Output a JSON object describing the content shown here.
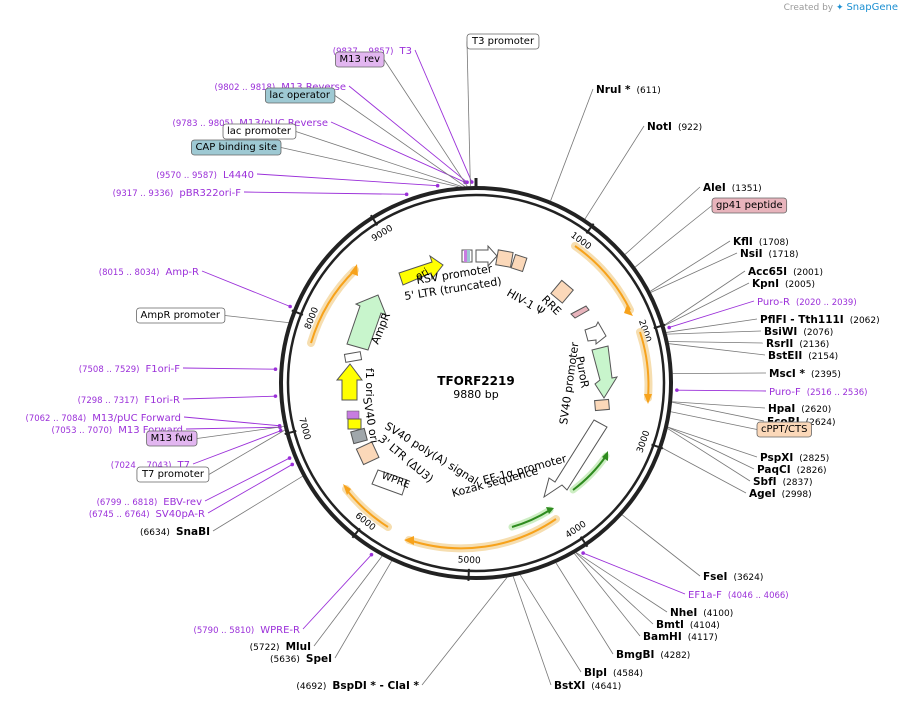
{
  "credit": {
    "prefix": "Created by",
    "brand": "SnapGene"
  },
  "plasmid": {
    "name": "TFORF2219",
    "size_label": "9880 bp",
    "length": 9880
  },
  "colors": {
    "backbone": "#222222",
    "site_line": "#777777",
    "purple_line": "#9b30d9",
    "primer_text": "#9b30d9",
    "enzyme_text": "#000000",
    "orange_arrow": "#f7a21b",
    "orange_glow": "#f6deb0",
    "green_arrow": "#2e8b1f",
    "green_glow": "#cdeec3",
    "white_box": "#ffffff",
    "lavender_box": "#e2b6f0",
    "teal_box": "#9ec9d3",
    "pink_box": "#e8b4bc",
    "peach_box": "#fbd8b9"
  },
  "ticks": [
    {
      "pos": 1000,
      "label": "1000"
    },
    {
      "pos": 2000,
      "label": "2000"
    },
    {
      "pos": 3000,
      "label": "3000"
    },
    {
      "pos": 4000,
      "label": "4000"
    },
    {
      "pos": 5000,
      "label": "5000"
    },
    {
      "pos": 6000,
      "label": "6000"
    },
    {
      "pos": 7000,
      "label": "7000"
    },
    {
      "pos": 8000,
      "label": "8000"
    },
    {
      "pos": 9000,
      "label": "9000"
    }
  ],
  "enzymes": [
    {
      "name": "NruI *",
      "pos": "(611)",
      "site": 611
    },
    {
      "name": "NotI",
      "pos": "(922)",
      "site": 922
    },
    {
      "name": "AleI",
      "pos": "(1351)",
      "site": 1351
    },
    {
      "name": "KflI",
      "pos": "(1708)",
      "site": 1708
    },
    {
      "name": "NsiI",
      "pos": "(1718)",
      "site": 1718
    },
    {
      "name": "Acc65I",
      "pos": "(2001)",
      "site": 2001
    },
    {
      "name": "KpnI",
      "pos": "(2005)",
      "site": 2005
    },
    {
      "name": "PflFI - Tth111I",
      "pos": "(2062)",
      "site": 2062
    },
    {
      "name": "BsiWI",
      "pos": "(2076)",
      "site": 2076
    },
    {
      "name": "RsrII",
      "pos": "(2136)",
      "site": 2136
    },
    {
      "name": "BstEII",
      "pos": "(2154)",
      "site": 2154
    },
    {
      "name": "MscI *",
      "pos": "(2395)",
      "site": 2395
    },
    {
      "name": "HpaI",
      "pos": "(2620)",
      "site": 2620
    },
    {
      "name": "EcoRI",
      "pos": "(2624)",
      "site": 2624
    },
    {
      "name": "PspXI",
      "pos": "(2825)",
      "site": 2825
    },
    {
      "name": "PaqCI",
      "pos": "(2826)",
      "site": 2826
    },
    {
      "name": "SbfI",
      "pos": "(2837)",
      "site": 2837
    },
    {
      "name": "AgeI",
      "pos": "(2998)",
      "site": 2998
    },
    {
      "name": "FseI",
      "pos": "(3624)",
      "site": 3624
    },
    {
      "name": "NheI",
      "pos": "(4100)",
      "site": 4100
    },
    {
      "name": "BmtI",
      "pos": "(4104)",
      "site": 4104
    },
    {
      "name": "BamHI",
      "pos": "(4117)",
      "site": 4117
    },
    {
      "name": "BmgBI",
      "pos": "(4282)",
      "site": 4282
    },
    {
      "name": "BlpI",
      "pos": "(4584)",
      "site": 4584
    },
    {
      "name": "BstXI",
      "pos": "(4641)",
      "site": 4641
    },
    {
      "name": "BspDI * - ClaI *",
      "pos": "(4692)",
      "site": 4692
    },
    {
      "name": "SpeI",
      "pos": "(5636)",
      "site": 5636
    },
    {
      "name": "MluI",
      "pos": "(5722)",
      "site": 5722
    },
    {
      "name": "SnaBI",
      "pos": "(6634)",
      "site": 6634
    }
  ],
  "primers": [
    {
      "name": "T3",
      "range": "(9837 .. 9857)",
      "site": 9847
    },
    {
      "name": "M13 Reverse",
      "range": "(9802 .. 9818)",
      "site": 9810
    },
    {
      "name": "M13/pUC Reverse",
      "range": "(9783 .. 9805)",
      "site": 9794
    },
    {
      "name": "L4440",
      "range": "(9570 .. 9587)",
      "site": 9578
    },
    {
      "name": "pBR322ori-F",
      "range": "(9317 .. 9336)",
      "site": 9326
    },
    {
      "name": "Amp-R",
      "range": "(8015 .. 8034)",
      "site": 8024
    },
    {
      "name": "F1ori-F",
      "range": "(7508 .. 7529)",
      "site": 7518
    },
    {
      "name": "F1ori-R",
      "range": "(7298 .. 7317)",
      "site": 7307
    },
    {
      "name": "M13/pUC Forward",
      "range": "(7062 .. 7084)",
      "site": 7073
    },
    {
      "name": "M13 Forward",
      "range": "(7053 .. 7070)",
      "site": 7061
    },
    {
      "name": "T7",
      "range": "(7024 .. 7043)",
      "site": 7033
    },
    {
      "name": "EBV-rev",
      "range": "(6799 .. 6818)",
      "site": 6808
    },
    {
      "name": "SV40pA-R",
      "range": "(6745 .. 6764)",
      "site": 6754
    },
    {
      "name": "WPRE-R",
      "range": "(5790 .. 5810)",
      "site": 5800
    },
    {
      "name": "Puro-R",
      "range": "(2020 .. 2039)",
      "site": 2030
    },
    {
      "name": "Puro-F",
      "range": "(2516 .. 2536)",
      "site": 2526
    },
    {
      "name": "EF1a-F",
      "range": "(4046 .. 4066)",
      "site": 4056
    }
  ],
  "features": [
    {
      "name": "T3 promoter",
      "style": "white",
      "site": 9835
    },
    {
      "name": "M13 rev",
      "style": "lavender",
      "site": 9810
    },
    {
      "name": "lac operator",
      "style": "teal",
      "site": 9790
    },
    {
      "name": "lac promoter",
      "style": "white",
      "site": 9765
    },
    {
      "name": "CAP binding site",
      "style": "teal",
      "site": 9740
    },
    {
      "name": "gp41 peptide",
      "style": "pink",
      "site": 1480
    },
    {
      "name": "cPPT/CTS",
      "style": "peach",
      "site": 2700
    },
    {
      "name": "AmpR promoter",
      "style": "white",
      "site": 7900
    },
    {
      "name": "M13 fwd",
      "style": "lavender",
      "site": 7060
    },
    {
      "name": "T7 promoter",
      "style": "white",
      "site": 7030
    }
  ],
  "inner_labels": [
    {
      "text": "ori"
    },
    {
      "text": "RSV promoter"
    },
    {
      "text": "5' LTR (truncated)"
    },
    {
      "text": "HIV-1 Ψ"
    },
    {
      "text": "RRE"
    },
    {
      "text": "AmpR"
    },
    {
      "text": "SV40 promoter"
    },
    {
      "text": "PuroR"
    },
    {
      "text": "f1 ori"
    },
    {
      "text": "SV40 ori"
    },
    {
      "text": "SV40 poly(A) signal"
    },
    {
      "text": "3' LTR (ΔU3)"
    },
    {
      "text": "WPRE"
    },
    {
      "text": "EF-1α promoter"
    },
    {
      "text": "Kozak sequence"
    }
  ]
}
